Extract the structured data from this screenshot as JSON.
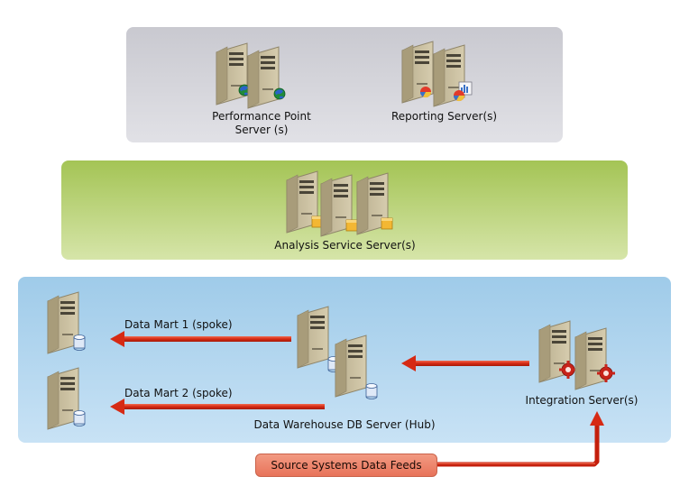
{
  "tiers": {
    "presentation": {
      "performance_point": "Performance Point\nServer (s)",
      "reporting": "Reporting Server(s)"
    },
    "analysis": {
      "label": "Analysis Service Server(s)"
    },
    "data": {
      "data_mart_1": "Data Mart 1 (spoke)",
      "data_mart_2": "Data Mart 2 (spoke)",
      "warehouse": "Data Warehouse DB Server (Hub)",
      "integration": "Integration Server(s)"
    }
  },
  "source": {
    "label": "Source Systems Data Feeds"
  },
  "colors": {
    "arrow": "#d62a14",
    "presentation_panel": "#d4d4da",
    "analysis_panel": "#bdd57f",
    "data_panel": "#b4d8f0",
    "source_box": "#ee866c"
  },
  "icons": {
    "performance_point": "server-globe-icon",
    "reporting": "server-chart-icon",
    "analysis": "server-cube-icon",
    "data_mart": "server-database-icon",
    "warehouse": "server-database-icon",
    "integration": "server-gear-icon"
  }
}
